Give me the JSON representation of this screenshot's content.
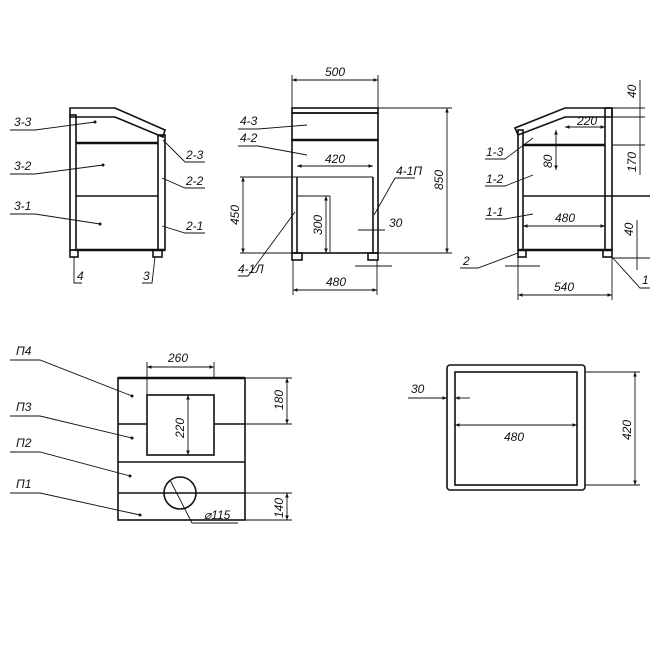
{
  "side_view_left": {
    "labels": [
      "3-3",
      "3-2",
      "3-1",
      "2-3",
      "2-2",
      "2-1",
      "4",
      "3"
    ]
  },
  "front_view": {
    "labels": [
      "4-3",
      "4-2",
      "4-1П",
      "4-1Л"
    ],
    "dims": {
      "width_top": "500",
      "inner_width": "420",
      "height_total": "850",
      "height_lower": "450",
      "inner_height": "300",
      "post": "30",
      "width_bottom": "480"
    }
  },
  "side_view_right": {
    "labels": [
      "1-3",
      "1-2",
      "1-1",
      "2",
      "1"
    ],
    "dims": {
      "top_depth": "220",
      "slope": "80",
      "depth": "480",
      "total_depth": "540",
      "top_h": "40",
      "upper_h": "170",
      "foot_h": "40"
    }
  },
  "panel_view": {
    "labels": [
      "П4",
      "П3",
      "П2",
      "П1"
    ],
    "dims": {
      "opening_w": "260",
      "opening_h": "220",
      "top_h": "180",
      "bottom_h": "140",
      "hole": "⌀115"
    }
  },
  "plan_view": {
    "dims": {
      "wall": "30",
      "width": "480",
      "depth": "420"
    }
  }
}
